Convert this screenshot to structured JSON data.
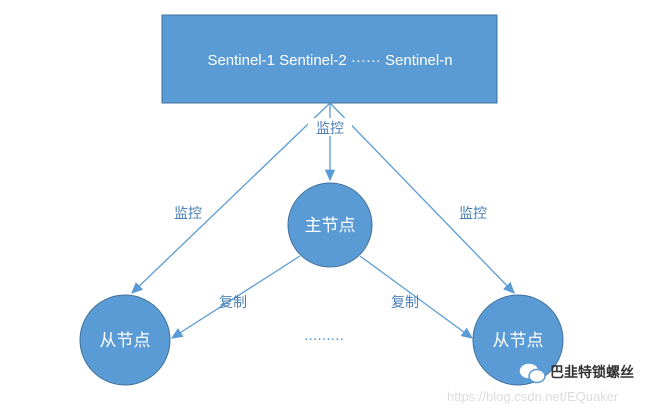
{
  "sentinel_box": {
    "text": "Sentinel-1  Sentinel-2 ······ Sentinel-n"
  },
  "master_node": {
    "label": "主节点"
  },
  "slave_nodes": [
    {
      "label": "从节点"
    },
    {
      "label": "从节点"
    }
  ],
  "edge_labels": {
    "monitor_center": "监控",
    "monitor_left": "监控",
    "monitor_right": "监控",
    "replicate_left": "复制",
    "replicate_right": "复制"
  },
  "ellipsis": "·········",
  "watermark": {
    "brand": "巴韭特锁螺丝",
    "url": "https://blog.csdn.net/EQuaker"
  },
  "colors": {
    "fill": "#5b9bd5",
    "stroke": "#41719c",
    "arrow": "#5b9bd5"
  }
}
